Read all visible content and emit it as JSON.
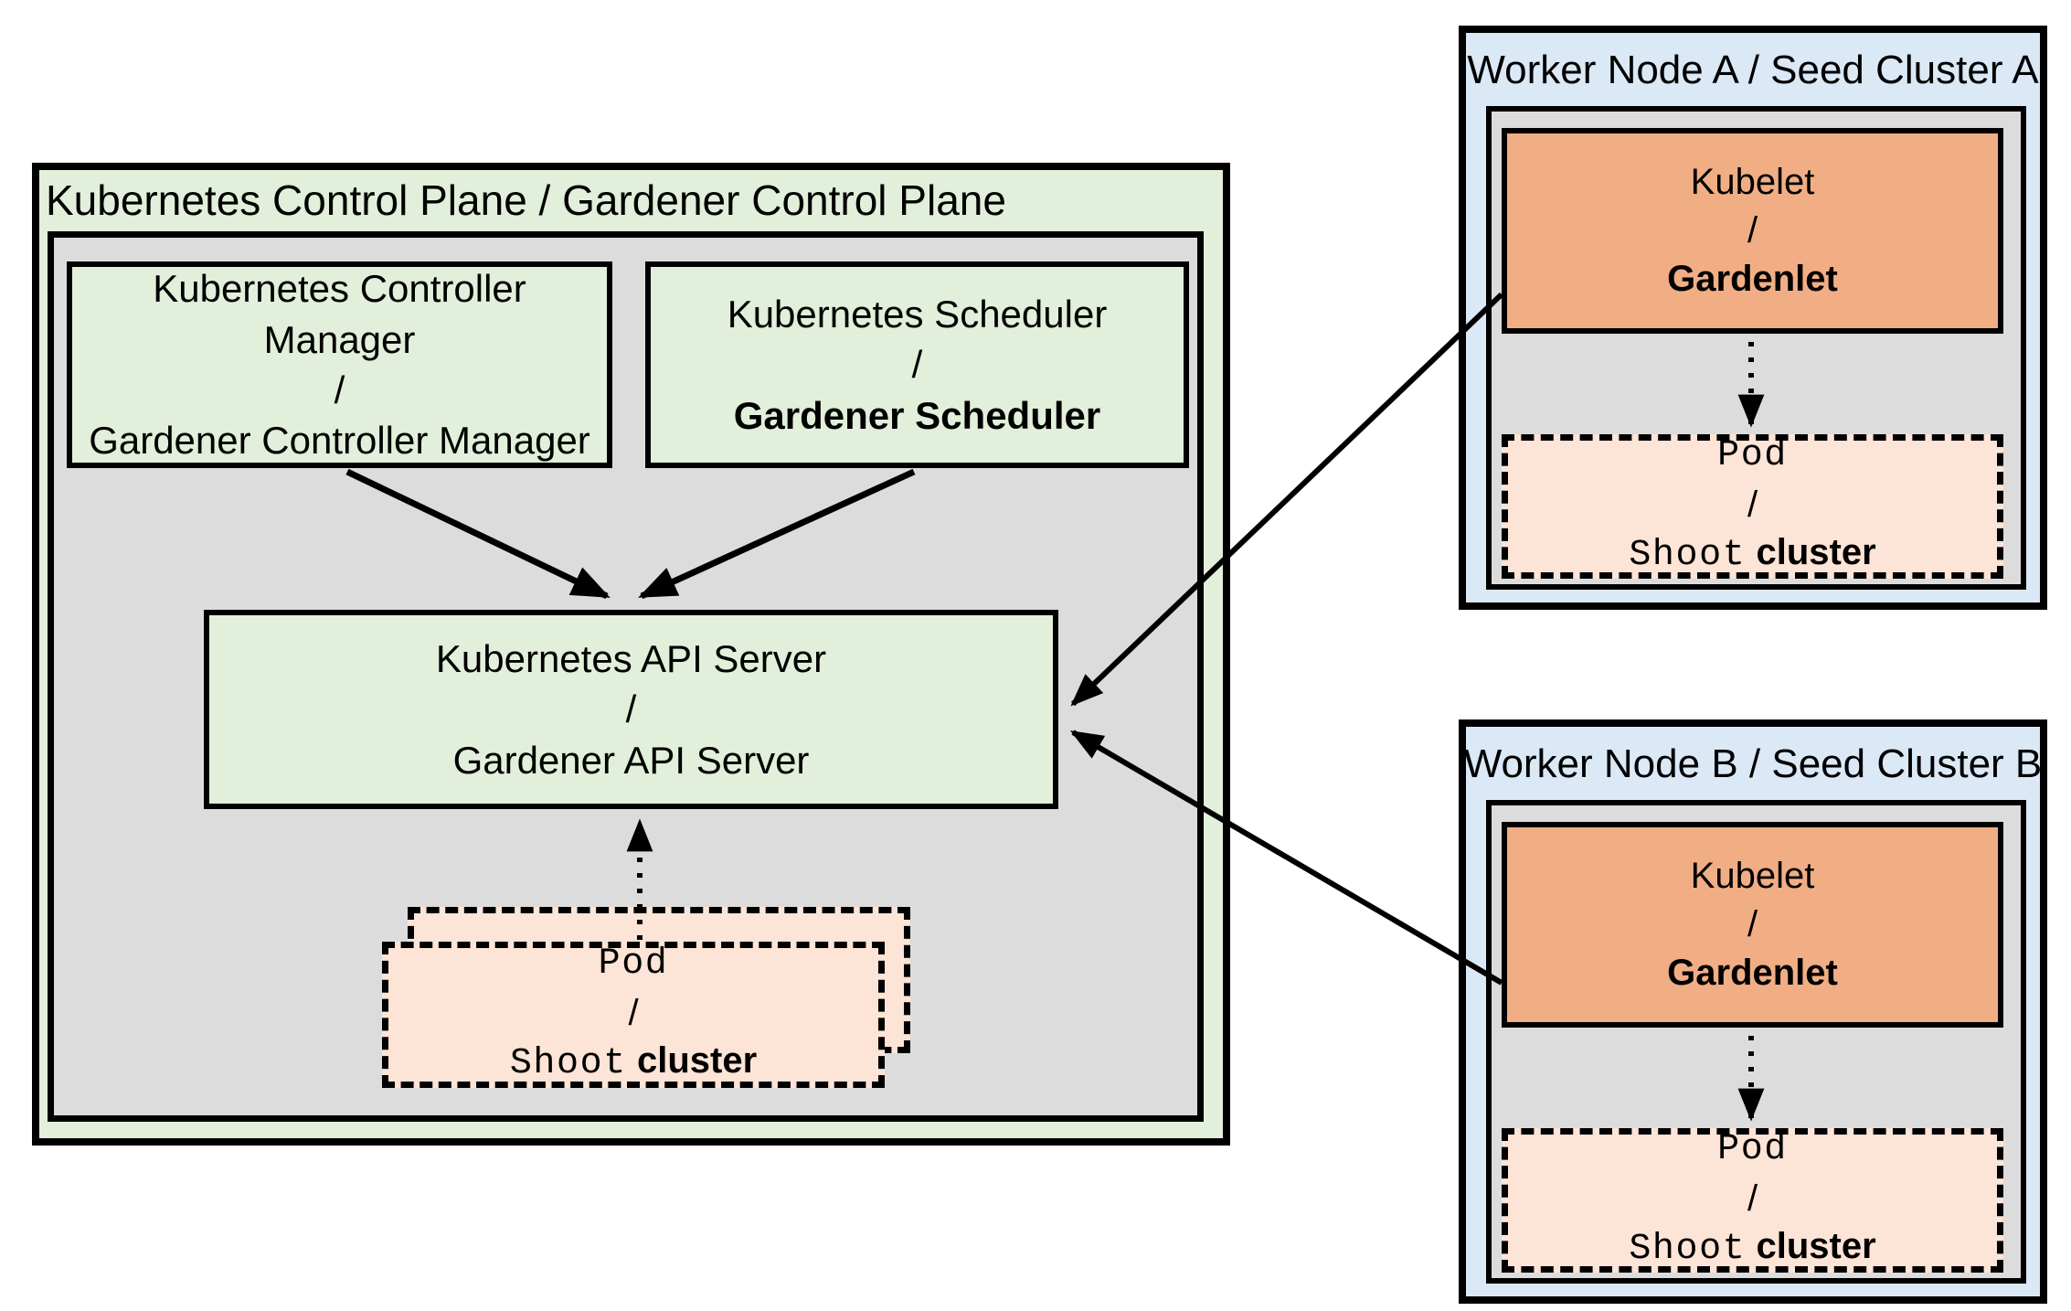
{
  "colors": {
    "green_fill": "#e2efda",
    "gray_fill": "#dcdcdc",
    "blue_fill": "#dbe8f6",
    "orange_fill": "#f1ae85",
    "peach_fill": "#fce4d6",
    "border_color": "#000000"
  },
  "control_plane": {
    "title": "Kubernetes Control Plane / Gardener Control Plane",
    "controller_manager": {
      "line1": "Kubernetes Controller Manager",
      "separator": "/",
      "line2": "Gardener Controller Manager"
    },
    "scheduler": {
      "line1": "Kubernetes Scheduler",
      "separator": "/",
      "line2": "Gardener Scheduler"
    },
    "api_server": {
      "line1": "Kubernetes API Server",
      "separator": "/",
      "line2": "Gardener API Server"
    },
    "pod_shoot": {
      "line1": "Pod",
      "separator": "/",
      "line2_code": "Shoot",
      "line2_text": "cluster"
    }
  },
  "worker_node_a": {
    "title": "Worker Node A / Seed Cluster A",
    "kubelet": {
      "line1": "Kubelet",
      "separator": "/",
      "line2": "Gardenlet"
    },
    "pod_shoot": {
      "line1": "Pod",
      "separator": "/",
      "line2_code": "Shoot",
      "line2_text": "cluster"
    }
  },
  "worker_node_b": {
    "title": "Worker Node B / Seed Cluster B",
    "kubelet": {
      "line1": "Kubelet",
      "separator": "/",
      "line2": "Gardenlet"
    },
    "pod_shoot": {
      "line1": "Pod",
      "separator": "/",
      "line2_code": "Shoot",
      "line2_text": "cluster"
    }
  }
}
